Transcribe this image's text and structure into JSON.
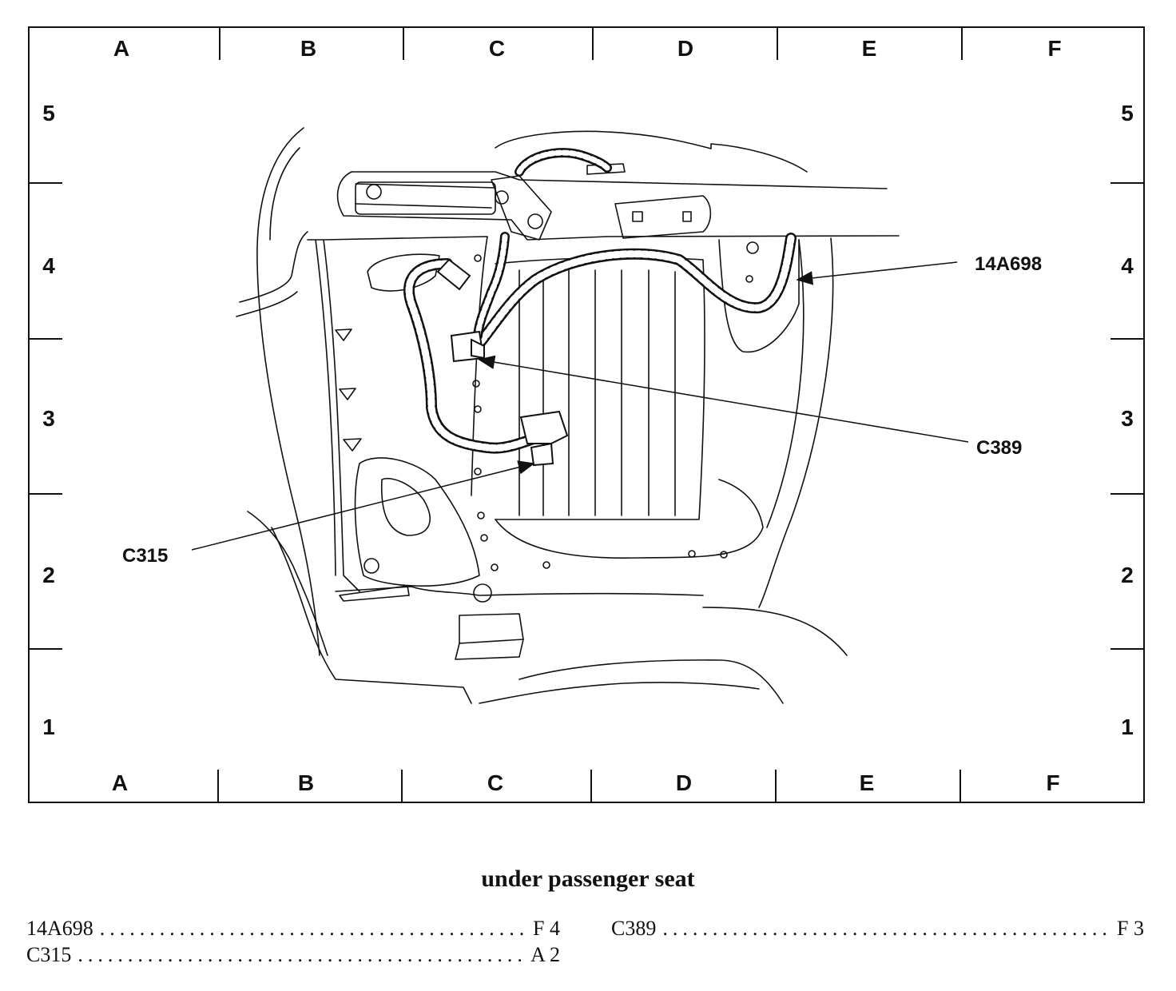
{
  "grid": {
    "columns": [
      "A",
      "B",
      "C",
      "D",
      "E",
      "F"
    ],
    "rows": [
      "5",
      "4",
      "3",
      "2",
      "1"
    ]
  },
  "callouts": {
    "harness": "14A698",
    "connector_c389": "C389",
    "connector_c315": "C315"
  },
  "caption": "under passenger seat",
  "legend": [
    {
      "id": "14A698",
      "location": "F 4"
    },
    {
      "id": "C315",
      "location": "A 2"
    },
    {
      "id": "C389",
      "location": "F 3"
    }
  ]
}
